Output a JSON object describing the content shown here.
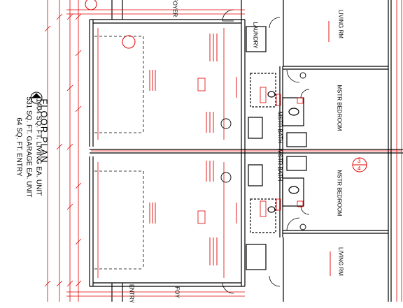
{
  "title_block": {
    "title": "FLOOR PLAN",
    "lines": [
      "1404 SQ. FT. LIVING EA. UNIT",
      "531 SQ. FT. GARAGE EA. UNIT",
      "64 SQ. FT. ENTRY"
    ]
  },
  "rooms": {
    "living_top": "LIVING RM",
    "living_bottom": "LIVING RM",
    "mstr_bedroom_top": "MSTR BEDROOM",
    "mstr_bedroom_bottom": "MSTR BEDROOM",
    "mstr_bath_top": "MSTR BATH",
    "mstr_bath_bottom": "MSTR BATH",
    "laundry": "LAUNDRY",
    "foyer_top": "FOYER",
    "entry_bottom": "ENTRY",
    "foyer_bottom": "FOY"
  },
  "section_marker": {
    "top": "3",
    "bottom": "4"
  },
  "colors": {
    "red": "#e00000",
    "black": "#000000"
  }
}
